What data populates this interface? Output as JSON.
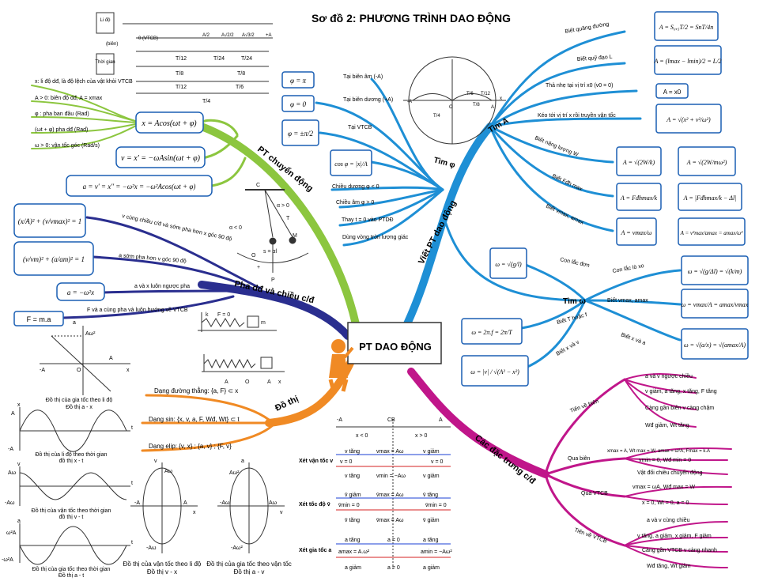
{
  "title": "Sơ đồ 2: PHƯƠNG TRÌNH DAO ĐỘNG",
  "center": {
    "label": "PT DAO ĐỘNG"
  },
  "colors": {
    "green": "#8CC63F",
    "blue": "#1E8FD5",
    "navy": "#2A2E8F",
    "orange": "#F08A24",
    "magenta": "#C0168A",
    "formula_border": "#1A5FB4"
  },
  "branches": {
    "pt_chuyen_dong": {
      "label": "PT chuyển động",
      "formulas": [
        "x = Acos(ωt + φ)",
        "v = x' = −ωAsin(ωt + φ)",
        "a = v' = x'' = −ω²x = −ω²Acos(ωt + φ)"
      ],
      "notes": [
        "x: li độ dđ, là độ lệch của vật khỏi VTCB",
        "A > 0: biên độ dđ, A = xmax",
        "φ : pha ban đầu (Rad)",
        "(ωt + φ) pha dđ (Rad)",
        "ω > 0: vận tốc góc (Rad/s)"
      ]
    },
    "pha": {
      "label": "Pha dđ và chiều c/đ",
      "formulas": [
        "(x/A)² + (v/vmax)² = 1",
        "(v/vm)² + (a/am)² = 1",
        "a = −ω²x",
        "F = m.a"
      ],
      "notes": [
        "v cùng chiều c/đ và sớm pha hơn x góc 90 độ",
        "a sớm pha hơn v góc 90 độ",
        "a và x luôn ngược pha",
        "F và a cùng pha và luôn hướng về VTCB"
      ]
    },
    "do_thi": {
      "label": "Đồ thị",
      "items": [
        "Dạng đường thẳng: {a, F} ⊂ x",
        "Dạng sin: {x, v, a, F, Wđ, Wt} ⊂ t",
        "Dạng elip: {v, x} ; {a, v} ; {F, v}"
      ]
    },
    "viet_pt": {
      "label": "Viết PT dao động",
      "tim_a": {
        "label": "Tìm A",
        "items": [
          {
            "text": "Biết quãng đường",
            "formula": "A = S₀,₅T/2 = SnT/4n"
          },
          {
            "text": "Biết quỹ đạo L",
            "formula": "A = (lmax − lmin)/2 = L/2"
          },
          {
            "text": "Thả nhẹ tại vị trí x0 (v0 = 0)",
            "formula": "A = x0"
          },
          {
            "text": "Kéo tới vị trí x rồi truyền vận tốc",
            "formula": "A = √(x² + v²/ω²)"
          },
          {
            "text": "Biết năng lượng W",
            "formula": "A = √(2W/k)",
            "formula2": "A = √(2W/mω²)"
          },
          {
            "text": "Biết Fđh max",
            "formula": "A = Fđhmax/k",
            "formula2": "A = |Fđhmax/k − Δl|"
          },
          {
            "text": "Biết vmax, amax",
            "formula": "A = vmax/ω",
            "formula2": "A = v²max/amax = amax/ω²"
          }
        ]
      },
      "tim_phi": {
        "label": "Tìm φ",
        "items": [
          {
            "text": "Tại biên âm (-A)",
            "formula": "φ = π"
          },
          {
            "text": "Tại biên dương (+A)",
            "formula": "φ = 0"
          },
          {
            "text": "Tại VTCB",
            "formula": "φ = ±π/2"
          },
          {
            "text": "",
            "formula": "cos φ = |x|/A"
          },
          {
            "text": "Chiều dương φ < 0",
            "formula": ""
          },
          {
            "text": "Chiều âm φ > 0",
            "formula": ""
          },
          {
            "text": "Thay t = 0 vào PTDĐ",
            "formula": ""
          },
          {
            "text": "Dùng vòng tròn lượng giác",
            "formula": ""
          }
        ]
      },
      "tim_omega": {
        "label": "Tìm ω",
        "items": [
          {
            "text": "Con lắc đơn",
            "formula": "ω = √(g/l)"
          },
          {
            "text": "Con lắc lò xo",
            "formula": "ω = √(g/Δl) = √(k/m)"
          },
          {
            "text": "Biết vmax, amax",
            "formula": "ω = vmax/A = amax/vmax"
          },
          {
            "text": "Biết T hoặc f",
            "formula": "ω = 2π.f = 2π/T"
          },
          {
            "text": "Biết x và a",
            "formula": "ω = √(a/x) = √(amax/A)"
          },
          {
            "text": "Biết x và v",
            "formula": "ω = |v| / √(A² − x²)"
          }
        ]
      }
    },
    "dac_trung": {
      "label": "Các đặc trưng c/đ",
      "groups": [
        {
          "label": "Tiến về biên",
          "items": [
            "a và v ngược chiều",
            "v giảm, a tăng, x tăng, F tăng",
            "Càng gần biên v càng chậm",
            "Wđ giảm, Wt tăng"
          ]
        },
        {
          "label": "Qua biên",
          "items": [
            "xmax = A, Wt max = W, amax = ω²A, Fmax = k.A",
            "vmin = 0, Wđ min = 0",
            "Vật đổi chiều chuyển động"
          ]
        },
        {
          "label": "Qua VTCB",
          "items": [
            "vmax = ωA, Wđ max = W",
            "x = 0, Wt = 0, a = 0"
          ]
        },
        {
          "label": "Tiến về VTCB",
          "items": [
            "a và v cùng chiều",
            "v tăng, a giảm, x giảm, F giảm",
            "Càng gần VTCB v càng nhanh",
            "Wđ tăng, Wt giảm"
          ]
        }
      ]
    }
  },
  "top_timeline": {
    "label_li_do": "Li độ",
    "label_bien": "(biên)",
    "label_thoi_gian": "Thời gian",
    "points": [
      "0 (VTCB)",
      "A/2",
      "A√2/2",
      "A√3/2",
      "+A"
    ],
    "rows": [
      [
        "T/12",
        "T/24",
        "T/24"
      ],
      [
        "T/8",
        "T/8"
      ],
      [
        "T/12",
        "T/6"
      ],
      [
        "T/4"
      ]
    ]
  },
  "circle_labels": [
    "-A",
    "O",
    "A",
    "T/4",
    "T/6",
    "T/8",
    "T/12",
    "x"
  ],
  "pendulum": {
    "labels": [
      "C",
      "α > 0",
      "α < 0",
      "O",
      "M",
      "P",
      "T",
      "s = αl",
      "+"
    ]
  },
  "springs": [
    {
      "k": "k",
      "f": "F = 0",
      "m": "m"
    },
    {
      "axis": [
        "A",
        "O",
        "A",
        "x"
      ]
    }
  ],
  "graphs": {
    "a_x": {
      "caption": "Đồ thị của gia tốc theo li độ",
      "sub": "Đồ thị a - x",
      "labels": [
        "a",
        "Aω²",
        "-A",
        "A",
        "x",
        "O"
      ]
    },
    "x_t": {
      "caption": "Đồ thị của li độ theo thời gian",
      "sub": "đồ thị x - t",
      "labels": [
        "x",
        "A",
        "-A",
        "t"
      ]
    },
    "v_t": {
      "caption": "Đồ thị của vận tốc theo thời gian",
      "sub": "đồ thị v - t",
      "labels": [
        "v",
        "Aω",
        "-Aω",
        "t"
      ]
    },
    "a_t": {
      "caption": "Đồ thị của gia tốc theo thời gian",
      "sub": "Đồ thị a - t",
      "labels": [
        "a",
        "ω²A",
        "-ω²A",
        "t"
      ]
    },
    "v_x": {
      "caption": "Đồ thị của vận tốc theo li độ",
      "sub": "Đồ thị v - x",
      "labels": [
        "v",
        "Aω",
        "-Aω",
        "-A",
        "A",
        "x"
      ]
    },
    "a_v": {
      "caption": "Đồ thị của gia tốc theo vận tốc",
      "sub": "Đồ thị a - v",
      "labels": [
        "a",
        "Aω²",
        "-Aω²",
        "-Aω",
        "Aω",
        "v"
      ]
    }
  },
  "bottom_table": {
    "axis": [
      "-A",
      "CB",
      "A",
      "x < 0",
      "x > 0"
    ],
    "rows": [
      {
        "label": "Xét vận tốc v",
        "top": [
          "v tăng",
          "vmax = Aω",
          "v giảm"
        ],
        "mid": [
          "v = 0",
          "v = 0"
        ],
        "bot": [
          "v tăng",
          "vmin = −Aω",
          "v giảm"
        ]
      },
      {
        "label": "Xét tốc độ v̄",
        "top": [
          "v̄ giảm",
          "v̄max = Aω",
          "v̄ tăng"
        ],
        "mid": [
          "v̄min = 0",
          "v̄min = 0"
        ],
        "bot": [
          "v̄ tăng",
          "v̄max = Aω",
          "v̄ giảm"
        ]
      },
      {
        "label": "Xét gia tốc a",
        "top": [
          "a tăng",
          "a = 0",
          "a tăng"
        ],
        "mid": [
          "amax = A.ω²",
          "amin = −Aω²"
        ],
        "bot": [
          "a giảm",
          "a = 0",
          "a giảm"
        ]
      }
    ]
  }
}
